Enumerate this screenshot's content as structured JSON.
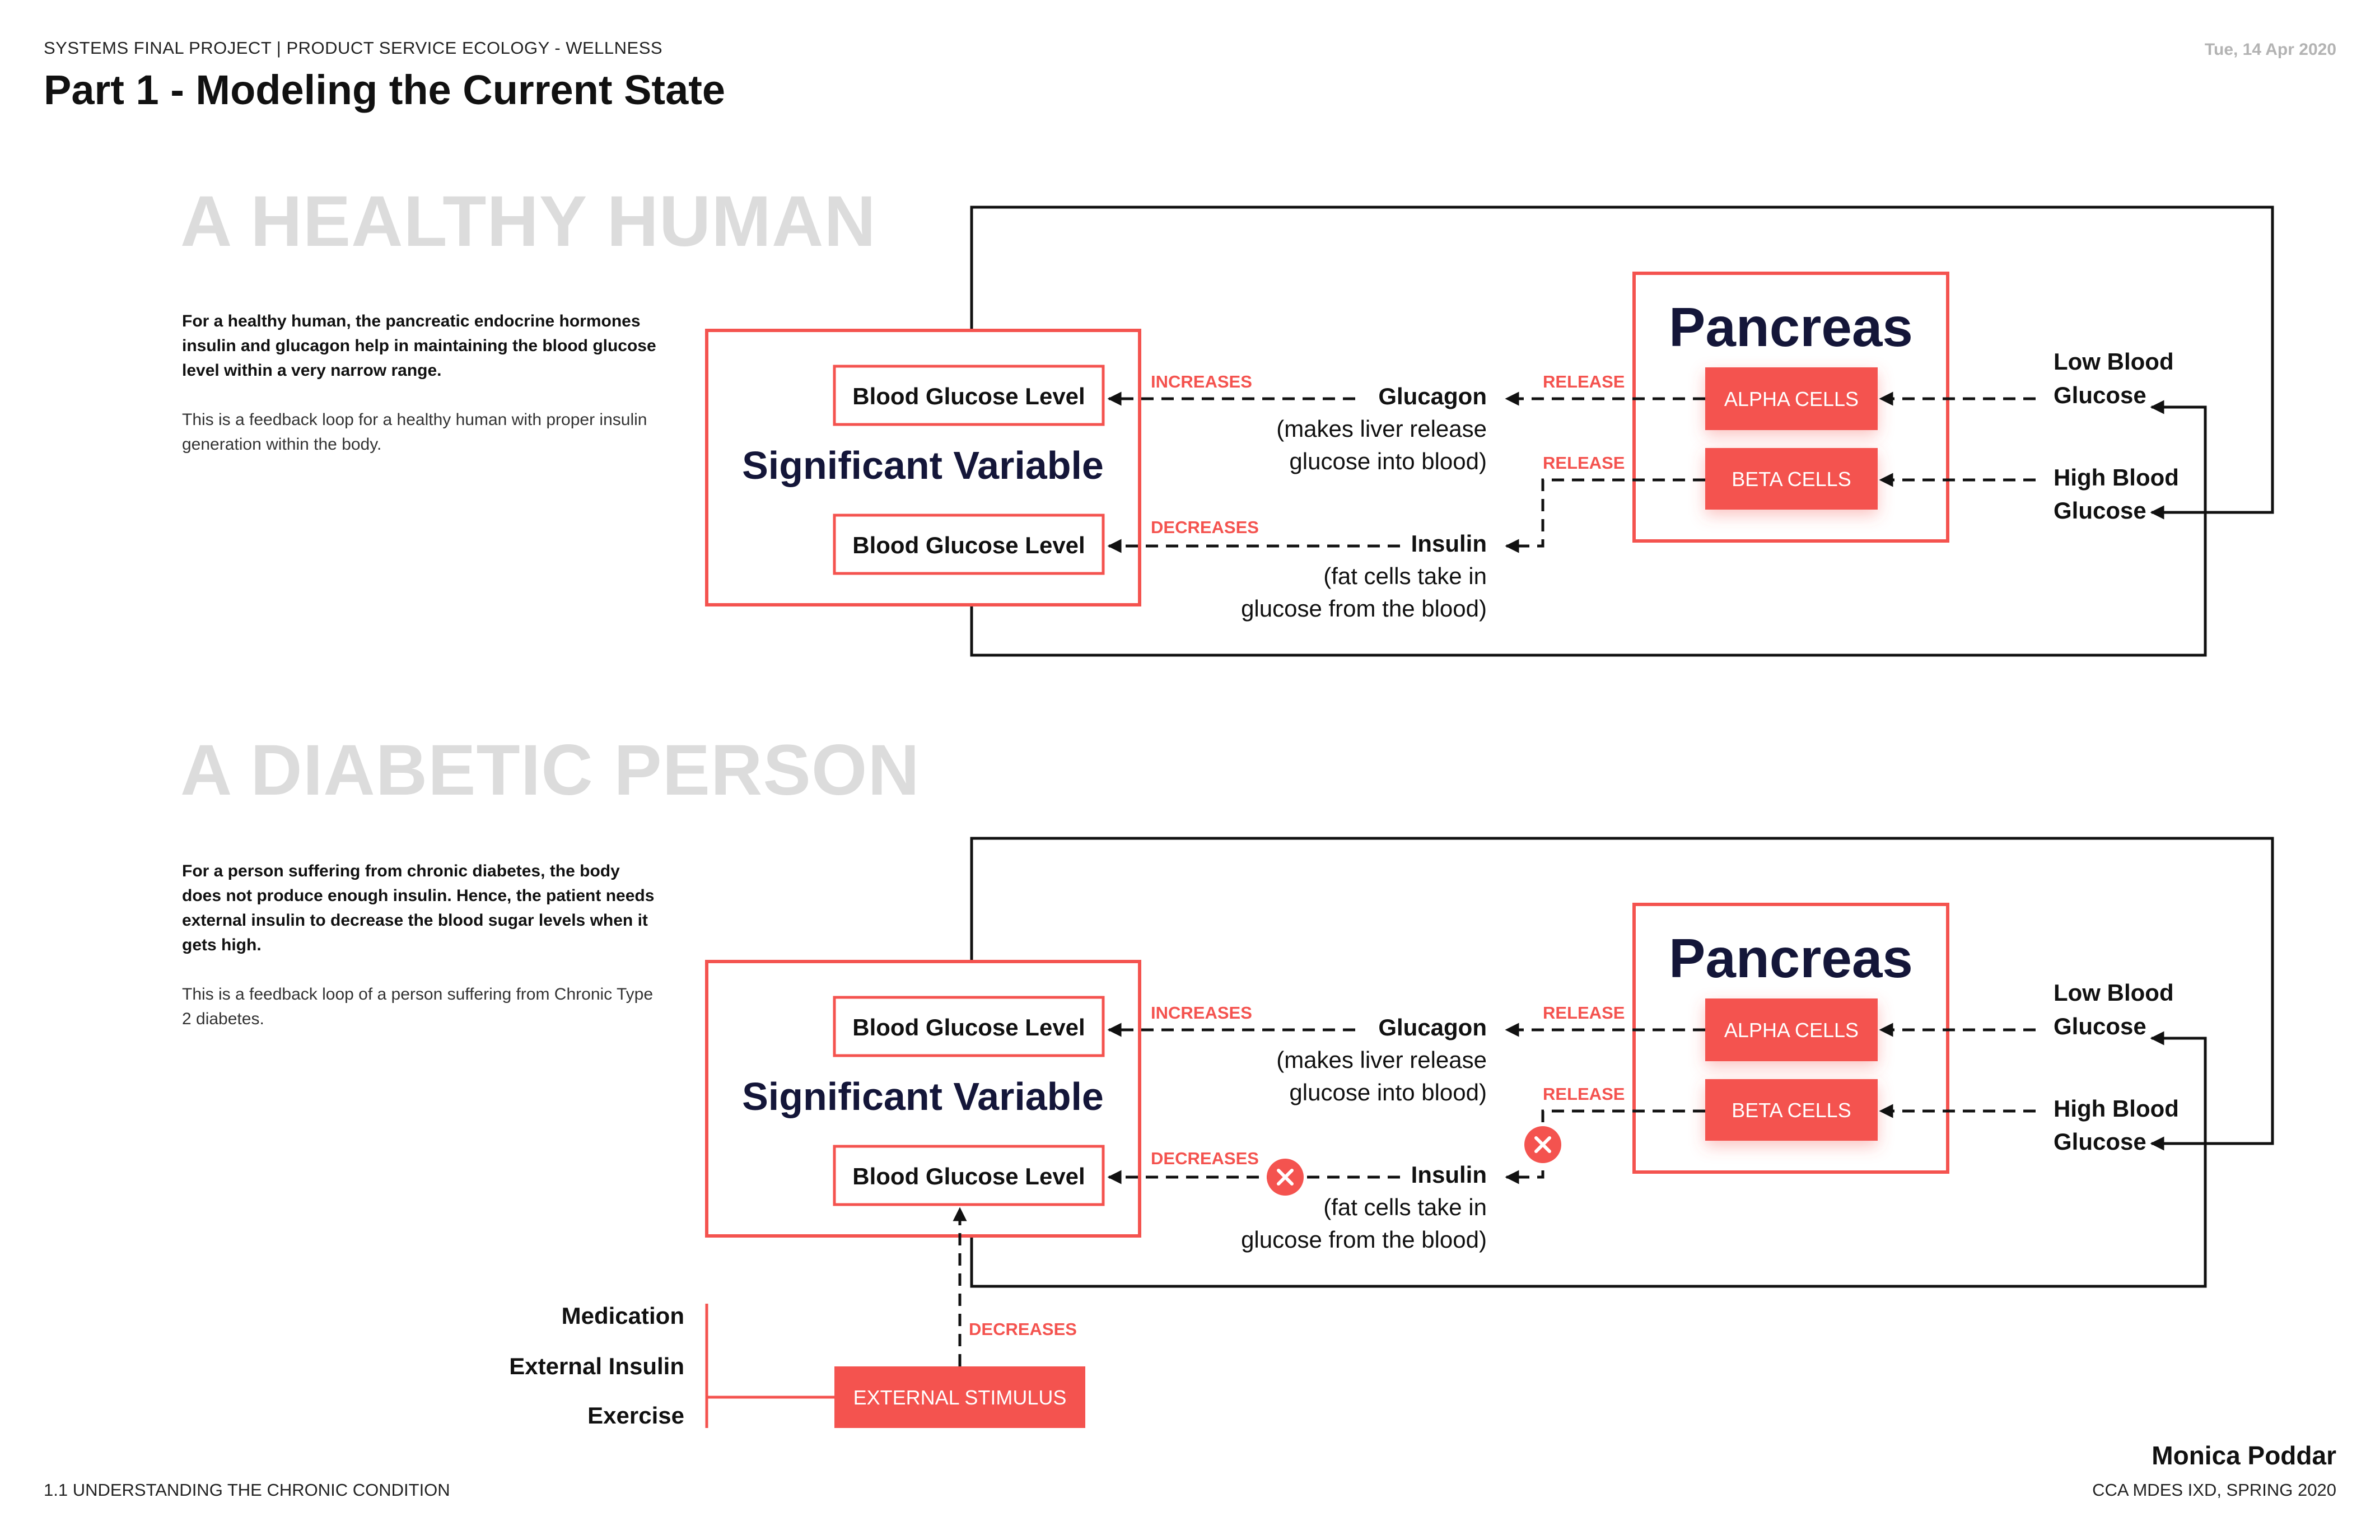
{
  "header": {
    "project": "SYSTEMS FINAL PROJECT | PRODUCT SERVICE ECOLOGY - WELLNESS",
    "title": "Part 1 - Modeling the Current State",
    "date": "Tue, 14 Apr 2020"
  },
  "healthy": {
    "heading": "A HEALTHY HUMAN",
    "desc_bold": "For a healthy human, the pancreatic endocrine hormones insulin and glucagon help in maintaining the blood glucose level within a very narrow range.",
    "desc_plain": "This is a feedback loop for a healthy human with proper insulin generation within the body."
  },
  "diabetic": {
    "heading": "A DIABETIC PERSON",
    "desc_bold": "For a person suffering from chronic diabetes, the body does not produce enough insulin. Hence, the patient needs external insulin to decrease the blood sugar  levels when it gets high.",
    "desc_plain": "This is a feedback loop of a person suffering from Chronic Type 2 diabetes."
  },
  "diagram_labels": {
    "significant_variable": "Significant Variable",
    "blood_glucose_level": "Blood Glucose Level",
    "pancreas": "Pancreas",
    "alpha_cells": "ALPHA CELLS",
    "beta_cells": "BETA CELLS",
    "increases": "INCREASES",
    "decreases": "DECREASES",
    "release": "RELEASE",
    "glucagon": "Glucagon",
    "glucagon_note_1": "(makes liver release",
    "glucagon_note_2": "glucose into blood)",
    "insulin": "Insulin",
    "insulin_note_1": "(fat cells take in",
    "insulin_note_2": "glucose from the blood)",
    "low_blood_1": "Low Blood",
    "low_blood_2": "Glucose",
    "high_blood_1": "High Blood",
    "high_blood_2": "Glucose",
    "external_stimulus": "EXTERNAL STIMULUS",
    "medication": "Medication",
    "external_insulin": "External Insulin",
    "exercise": "Exercise"
  },
  "footer": {
    "section": "1.1 UNDERSTANDING THE CHRONIC CONDITION",
    "author": "Monica Poddar",
    "course": "CCA MDES IXD, SPRING 2020"
  },
  "colors": {
    "accent": "#f4534f",
    "navy": "#141639",
    "ink": "#111111",
    "heading_gray": "#dcdcdc"
  }
}
